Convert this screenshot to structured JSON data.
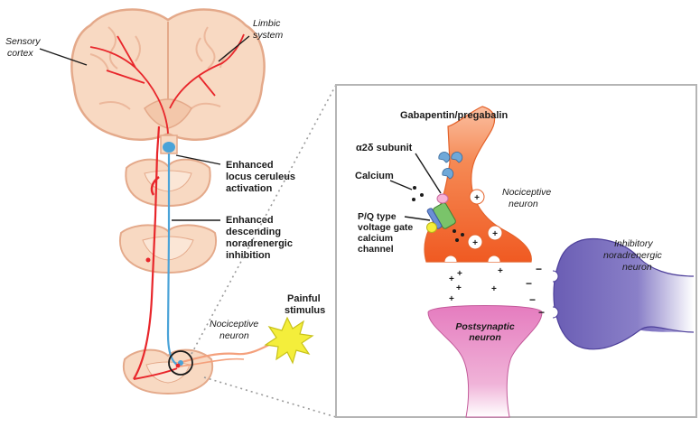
{
  "left_panel": {
    "sensory_cortex": [
      "Sensory",
      "cortex"
    ],
    "limbic_system": [
      "Limbic",
      "system"
    ],
    "locus_ceruleus": [
      "Enhanced",
      "locus ceruleus",
      "activation"
    ],
    "descending_inhibition": [
      "Enhanced",
      "descending",
      "noradrenergic",
      "inhibition"
    ],
    "painful_stimulus": [
      "Painful",
      "stimulus"
    ],
    "nociceptive_neuron": [
      "Nociceptive",
      "neuron"
    ]
  },
  "right_panel": {
    "gabapentin": "Gabapentin/pregabalin",
    "alpha2delta": "α2δ subunit",
    "calcium": "Calcium",
    "channel": [
      "P/Q type",
      "voltage gate",
      "calcium",
      "channel"
    ],
    "nociceptive_neuron": [
      "Nociceptive",
      "neuron"
    ],
    "inhibitory_neuron": [
      "Inhibitory",
      "noradrenergic",
      "neuron"
    ],
    "postsynaptic": [
      "Postsynaptic",
      "neuron"
    ],
    "vesicle_sign": "+",
    "release_sign": "+",
    "inhibit_sign": "−"
  },
  "colors": {
    "brain_fill": "#f8d9c2",
    "brain_stroke": "#e4a98a",
    "red_pathway": "#e8262b",
    "blue_pathway": "#4aa3d8",
    "nociceptive_orange": "#f26a2e",
    "inhibitory_purple": "#6b5fb5",
    "postsynaptic_pink": "#e77fc0",
    "stimulus_yellow": "#f4ee3b"
  }
}
